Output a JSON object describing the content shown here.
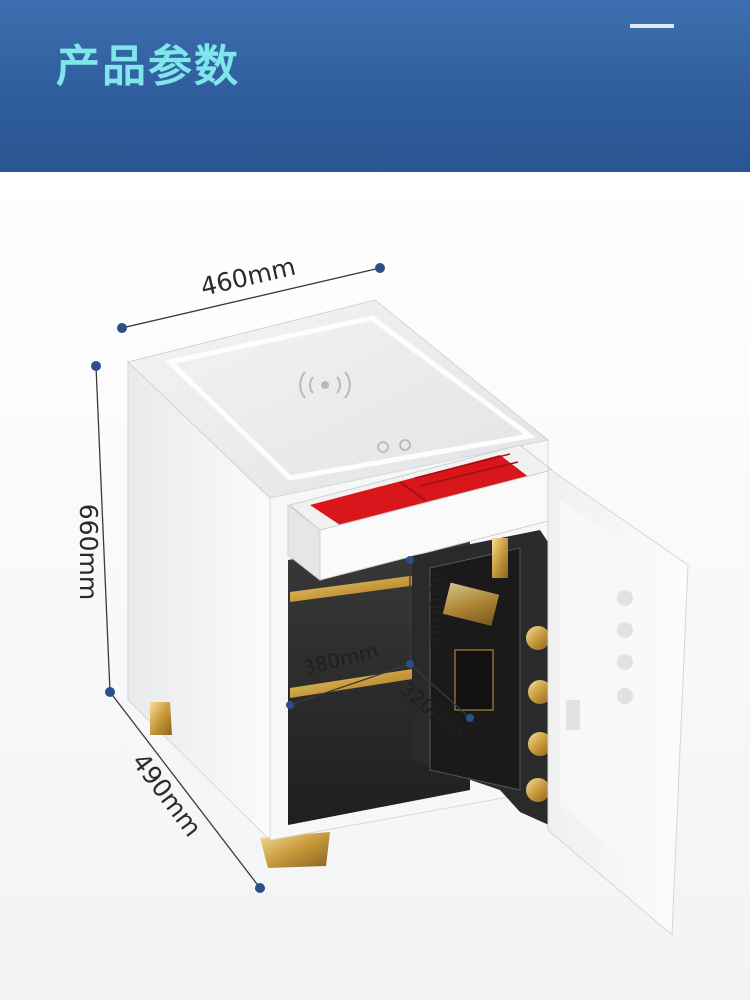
{
  "header": {
    "title": "产品参数",
    "colors": {
      "background": "#2f5d9e",
      "title": "#7fe6ea"
    }
  },
  "dimensions": {
    "outer_width": "460mm",
    "outer_height": "660mm",
    "outer_depth": "490mm",
    "inner_height": "490mm",
    "inner_width": "380mm",
    "inner_depth": "320mm"
  },
  "icons": [
    "wireless-charging-icon",
    "touch-button-icon",
    "lightning-button-icon"
  ]
}
